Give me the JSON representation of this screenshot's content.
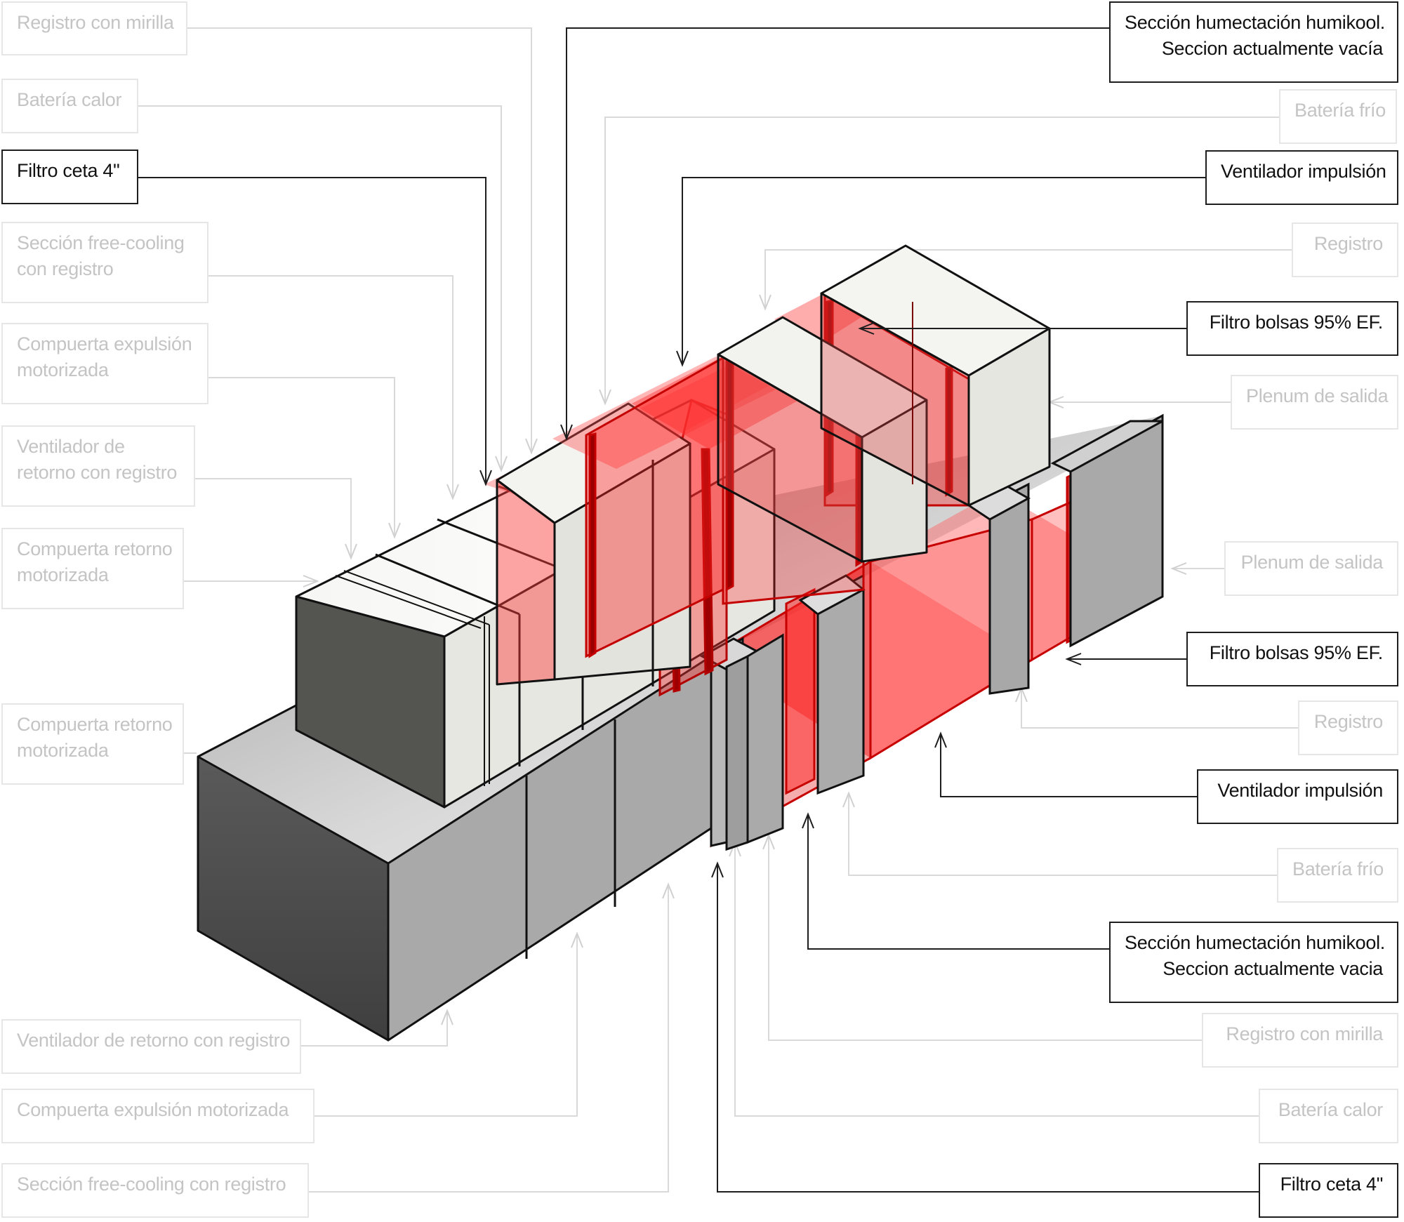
{
  "title": "",
  "labels_left": [
    {
      "id": "l1",
      "lines": [
        "Registro con mirilla"
      ],
      "active": false
    },
    {
      "id": "l2",
      "lines": [
        "Batería calor"
      ],
      "active": false
    },
    {
      "id": "l3",
      "lines": [
        "Filtro ceta 4\""
      ],
      "active": true
    },
    {
      "id": "l4",
      "lines": [
        "Sección free-cooling",
        "con registro"
      ],
      "active": false
    },
    {
      "id": "l5",
      "lines": [
        "Compuerta expulsión",
        "motorizada"
      ],
      "active": false
    },
    {
      "id": "l6",
      "lines": [
        "Ventilador de",
        "retorno con registro"
      ],
      "active": false
    },
    {
      "id": "l7",
      "lines": [
        "Compuerta retorno",
        "motorizada"
      ],
      "active": false
    },
    {
      "id": "l8",
      "lines": [
        "Compuerta retorno",
        "motorizada"
      ],
      "active": false
    },
    {
      "id": "l9",
      "lines": [
        "Ventilador de retorno con registro"
      ],
      "active": false
    },
    {
      "id": "l10",
      "lines": [
        "Compuerta expulsión motorizada"
      ],
      "active": false
    },
    {
      "id": "l11",
      "lines": [
        "Sección free-cooling con registro"
      ],
      "active": false
    }
  ],
  "labels_right": [
    {
      "id": "r1",
      "lines": [
        "Sección humectación humikool.",
        "Seccion actualmente vacía"
      ],
      "active": true
    },
    {
      "id": "r2",
      "lines": [
        "Batería frío"
      ],
      "active": false
    },
    {
      "id": "r3",
      "lines": [
        "Ventilador impulsión"
      ],
      "active": true
    },
    {
      "id": "r4",
      "lines": [
        "Registro"
      ],
      "active": false
    },
    {
      "id": "r5",
      "lines": [
        "Filtro bolsas 95% EF."
      ],
      "active": true
    },
    {
      "id": "r6",
      "lines": [
        "Plenum de salida"
      ],
      "active": false
    },
    {
      "id": "r7",
      "lines": [
        "Plenum de salida"
      ],
      "active": false
    },
    {
      "id": "r8",
      "lines": [
        "Filtro bolsas 95% EF."
      ],
      "active": true
    },
    {
      "id": "r9",
      "lines": [
        "Registro"
      ],
      "active": false
    },
    {
      "id": "r10",
      "lines": [
        "Ventilador impulsión"
      ],
      "active": true
    },
    {
      "id": "r11",
      "lines": [
        "Batería frío"
      ],
      "active": false
    },
    {
      "id": "r12",
      "lines": [
        "Sección humectación humikool.",
        "Seccion actualmente vacia"
      ],
      "active": true
    },
    {
      "id": "r13",
      "lines": [
        "Registro con mirilla"
      ],
      "active": false
    },
    {
      "id": "r14",
      "lines": [
        "Batería calor"
      ],
      "active": false
    },
    {
      "id": "r15",
      "lines": [
        "Filtro ceta 4\""
      ],
      "active": true
    }
  ],
  "colors": {
    "highlight_red": "#e81c1c",
    "dark_face": "#474747",
    "mid_face": "#a9a9a9",
    "light_face": "#e4e4de",
    "active_leader": "#1e1e1e",
    "faded_leader": "#d6d6d6"
  }
}
